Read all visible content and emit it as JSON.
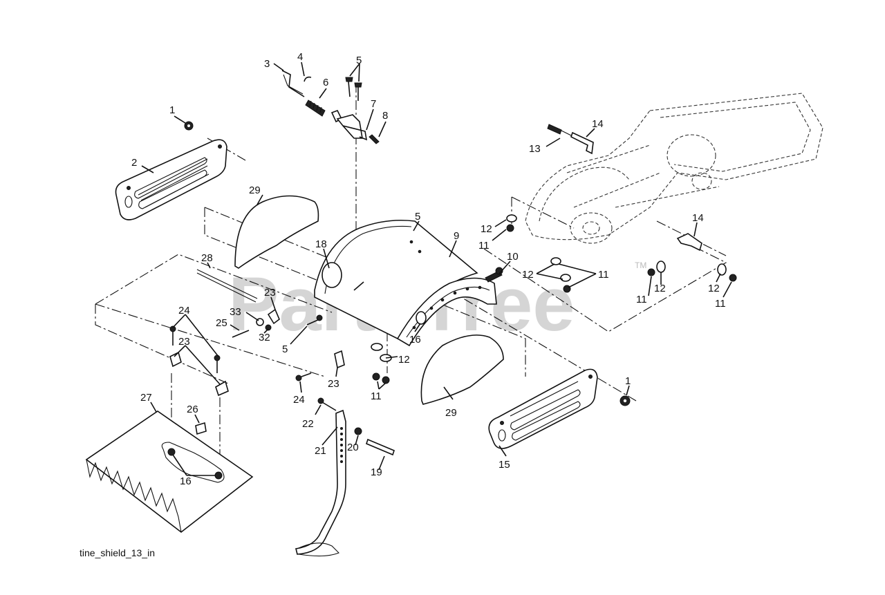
{
  "watermark": {
    "text": "PartsTree",
    "tm": "TM"
  },
  "caption": "tine_shield_13_in",
  "callouts": [
    {
      "id": "c1a",
      "label": "1"
    },
    {
      "id": "c2",
      "label": "2"
    },
    {
      "id": "c3",
      "label": "3"
    },
    {
      "id": "c4",
      "label": "4"
    },
    {
      "id": "c5a",
      "label": "5"
    },
    {
      "id": "c6",
      "label": "6"
    },
    {
      "id": "c7",
      "label": "7"
    },
    {
      "id": "c8",
      "label": "8"
    },
    {
      "id": "c29a",
      "label": "29"
    },
    {
      "id": "c13",
      "label": "13"
    },
    {
      "id": "c14a",
      "label": "14"
    },
    {
      "id": "c5b",
      "label": "5"
    },
    {
      "id": "c9",
      "label": "9"
    },
    {
      "id": "c18",
      "label": "18"
    },
    {
      "id": "c12a",
      "label": "12"
    },
    {
      "id": "c11a",
      "label": "11"
    },
    {
      "id": "c10",
      "label": "10"
    },
    {
      "id": "c28",
      "label": "28"
    },
    {
      "id": "c14b",
      "label": "14"
    },
    {
      "id": "c12b",
      "label": "12"
    },
    {
      "id": "c11b",
      "label": "11"
    },
    {
      "id": "c23a",
      "label": "23"
    },
    {
      "id": "c33",
      "label": "33"
    },
    {
      "id": "c11c",
      "label": "11"
    },
    {
      "id": "c12c",
      "label": "12"
    },
    {
      "id": "c12d",
      "label": "12"
    },
    {
      "id": "c11d",
      "label": "11"
    },
    {
      "id": "c24a",
      "label": "24"
    },
    {
      "id": "c25",
      "label": "25"
    },
    {
      "id": "c32",
      "label": "32"
    },
    {
      "id": "c16a",
      "label": "16"
    },
    {
      "id": "c5c",
      "label": "5"
    },
    {
      "id": "c23b",
      "label": "23"
    },
    {
      "id": "c12e",
      "label": "12"
    },
    {
      "id": "c27",
      "label": "27"
    },
    {
      "id": "c23c",
      "label": "23"
    },
    {
      "id": "c11e",
      "label": "11"
    },
    {
      "id": "c1b",
      "label": "1"
    },
    {
      "id": "c24b",
      "label": "24"
    },
    {
      "id": "c26",
      "label": "26"
    },
    {
      "id": "c22",
      "label": "22"
    },
    {
      "id": "c29b",
      "label": "29"
    },
    {
      "id": "c21",
      "label": "21"
    },
    {
      "id": "c20",
      "label": "20"
    },
    {
      "id": "c15",
      "label": "15"
    },
    {
      "id": "c16b",
      "label": "16"
    },
    {
      "id": "c19",
      "label": "19"
    }
  ]
}
